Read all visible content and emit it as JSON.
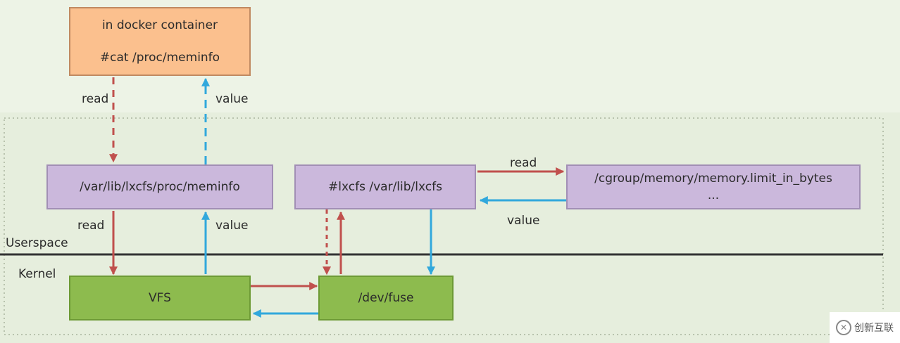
{
  "boxes": {
    "container": {
      "line1": "in docker container",
      "line2": "#cat /proc/meminfo"
    },
    "lxcfs_meminfo": {
      "label": "/var/lib/lxcfs/proc/meminfo"
    },
    "lxcfs_process": {
      "label": "#lxcfs /var/lib/lxcfs"
    },
    "cgroup": {
      "line1": "/cgroup/memory/memory.limit_in_bytes",
      "line2": "..."
    },
    "vfs": {
      "label": "VFS"
    },
    "fuse": {
      "label": "/dev/fuse"
    }
  },
  "labels": {
    "read_top": "read",
    "value_top": "value",
    "read_mid": "read",
    "value_mid": "value",
    "read_cgroup": "read",
    "value_cgroup": "value",
    "userspace": "Userspace",
    "kernel": "Kernel"
  },
  "colors": {
    "read_arrow": "#c0504d",
    "value_arrow": "#31a8dc"
  },
  "watermark": {
    "icon": "chuangxin-logo-icon",
    "text": "创新互联"
  }
}
